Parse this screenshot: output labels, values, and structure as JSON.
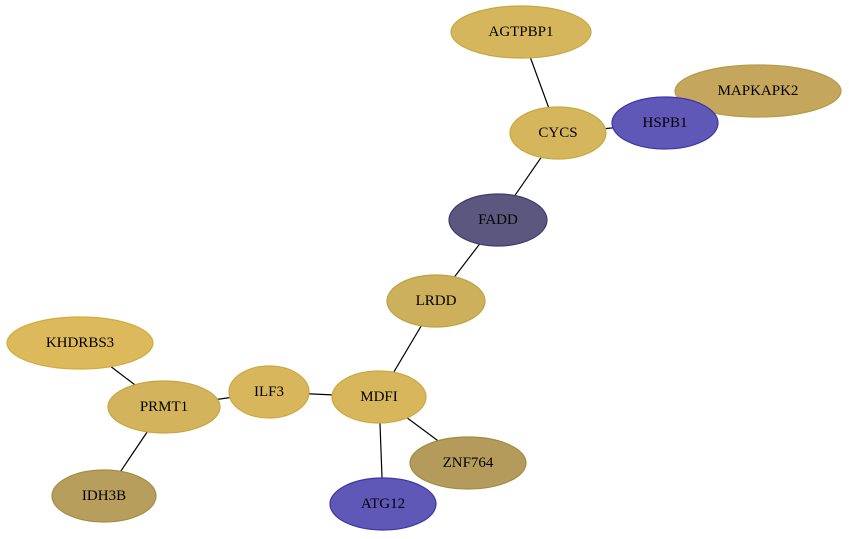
{
  "network": {
    "nodes": [
      {
        "id": "AGTPBP1",
        "label": "AGTPBP1",
        "fill": "#d6b65c",
        "stroke": "#c8a83e"
      },
      {
        "id": "MAPKAPK2",
        "label": "MAPKAPK2",
        "fill": "#c4a75c",
        "stroke": "#b89a48"
      },
      {
        "id": "CYCS",
        "label": "CYCS",
        "fill": "#d6b65c",
        "stroke": "#c8a83e"
      },
      {
        "id": "HSPB1",
        "label": "HSPB1",
        "fill": "#5f58b6",
        "stroke": "#3d35a8"
      },
      {
        "id": "FADD",
        "label": "FADD",
        "fill": "#5c577e",
        "stroke": "#3f3a6e"
      },
      {
        "id": "LRDD",
        "label": "LRDD",
        "fill": "#cdb05c",
        "stroke": "#c0a040"
      },
      {
        "id": "KHDRBS3",
        "label": "KHDRBS3",
        "fill": "#dcba5c",
        "stroke": "#d0ab3e"
      },
      {
        "id": "PRMT1",
        "label": "PRMT1",
        "fill": "#d3b45c",
        "stroke": "#c7a540"
      },
      {
        "id": "ILF3",
        "label": "ILF3",
        "fill": "#d8b75c",
        "stroke": "#cca840"
      },
      {
        "id": "MDFI",
        "label": "MDFI",
        "fill": "#d8b75c",
        "stroke": "#cca840"
      },
      {
        "id": "ZNF764",
        "label": "ZNF764",
        "fill": "#b49b5c",
        "stroke": "#a48a40"
      },
      {
        "id": "IDH3B",
        "label": "IDH3B",
        "fill": "#b89e5c",
        "stroke": "#a88c40"
      },
      {
        "id": "ATG12",
        "label": "ATG12",
        "fill": "#5f58b6",
        "stroke": "#3d35a8"
      }
    ],
    "edges": [
      {
        "source": "AGTPBP1",
        "target": "CYCS"
      },
      {
        "source": "CYCS",
        "target": "HSPB1"
      },
      {
        "source": "HSPB1",
        "target": "MAPKAPK2"
      },
      {
        "source": "CYCS",
        "target": "FADD"
      },
      {
        "source": "FADD",
        "target": "LRDD"
      },
      {
        "source": "LRDD",
        "target": "MDFI"
      },
      {
        "source": "KHDRBS3",
        "target": "PRMT1"
      },
      {
        "source": "PRMT1",
        "target": "ILF3"
      },
      {
        "source": "PRMT1",
        "target": "IDH3B"
      },
      {
        "source": "ILF3",
        "target": "MDFI"
      },
      {
        "source": "MDFI",
        "target": "ZNF764"
      },
      {
        "source": "MDFI",
        "target": "ATG12"
      }
    ]
  }
}
